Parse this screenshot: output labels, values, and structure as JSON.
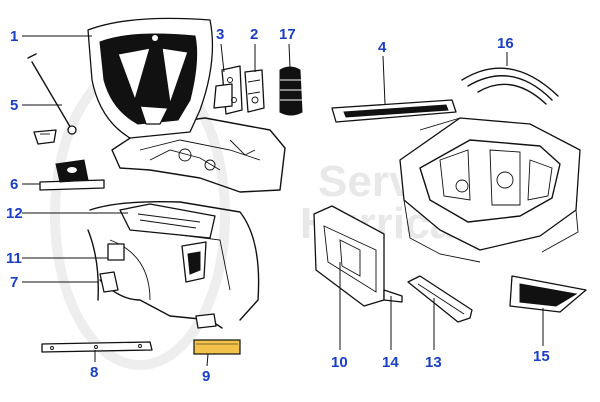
{
  "watermark": {
    "line1": "Service",
    "line2": "Hurricane"
  },
  "colors": {
    "callout": "#1a3fc4",
    "ink": "#111111",
    "watermark": "#e6e6e6",
    "part9_fill": "#f2c24a"
  },
  "callouts": {
    "c1": "1",
    "c2": "2",
    "c3": "3",
    "c4": "4",
    "c5": "5",
    "c6": "6",
    "c7": "7",
    "c8": "8",
    "c9": "9",
    "c10": "10",
    "c11": "11",
    "c12": "12",
    "c13": "13",
    "c14": "14",
    "c15": "15",
    "c16": "16",
    "c17": "17"
  }
}
